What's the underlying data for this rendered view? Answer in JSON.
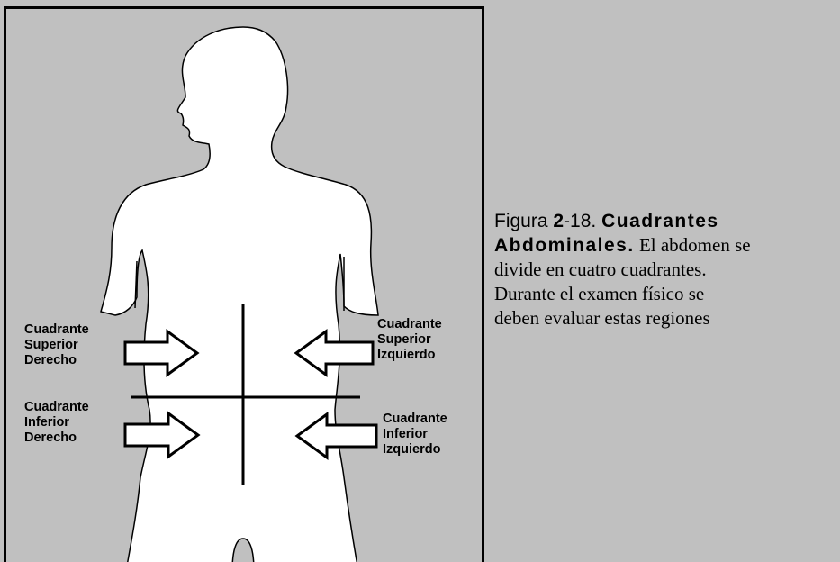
{
  "figure": {
    "quadrant_labels": {
      "upper_right_of_patient": [
        "Cuadrante",
        "Superior",
        "Derecho"
      ],
      "upper_left_of_patient": [
        "Cuadrante",
        "Superior",
        "Izquierdo"
      ],
      "lower_right_of_patient": [
        "Cuadrante",
        "Inferior",
        "Derecho"
      ],
      "lower_left_of_patient": [
        "Cuadrante",
        "Inferior",
        "Izquierdo"
      ]
    }
  },
  "caption": {
    "figure_prefix": "Figura ",
    "figure_number": "2",
    "figure_suffix": "-18. ",
    "title_line1": "Cuadrantes",
    "title_line2": "Abdominales.",
    "line2_rest": " El abdomen se",
    "line3": "divide en cuatro cuadrantes.",
    "line4": "Durante el examen físico se",
    "line5": "deben evaluar estas regiones"
  },
  "colors": {
    "background": "#c0c0c0",
    "silhouette": "#ffffff",
    "ink": "#000000"
  }
}
